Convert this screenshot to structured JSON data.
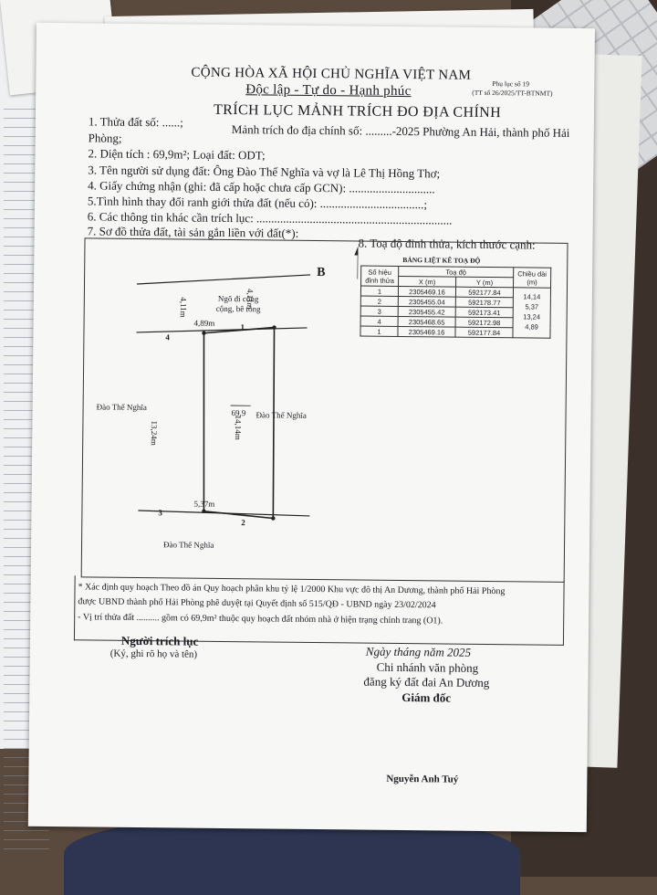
{
  "header": {
    "country": "CỘNG HÒA XÃ HỘI CHỦ NGHĨA VIỆT NAM",
    "motto": "Độc lập - Tự do - Hạnh phúc",
    "appendix": "Phụ lục số 19",
    "circular": "(TT số 26/2025/TT-BTNMT)"
  },
  "doc_title": "TRÍCH LỤC MẢNH TRÍCH ĐO ĐỊA CHÍNH",
  "fields": {
    "f1": "1. Thửa đất số: ......;",
    "f1b": "Mảnh trích đo địa chính số: .........-2025 Phường An Hải, thành phố Hải",
    "f1c": "Phòng;",
    "f2": "2. Diện tích : 69,9m²;  Loại đất: ODT;",
    "f3": "3. Tên người sử dụng đất: Ông Đào Thế Nghĩa và vợ là Lê Thị Hồng Thơ;",
    "f4": "4. Giấy chứng nhận (ghi: đã cấp hoặc chưa cấp GCN): .............................",
    "f5": "5.Tình hình thay đổi ranh giới thửa đất (nếu có): ...................................;",
    "f6": "6. Các thông tin khác cần trích lục: ..................................................................",
    "f7": "7. Sơ đồ thửa đất, tài sản gắn liền với đất(*):",
    "f8": "8. Toạ độ đỉnh thửa, kích thước cạnh:"
  },
  "plot": {
    "north": "B",
    "road_label_1": "Ngõ đi công",
    "road_label_2": "cộng, bê tông",
    "width_left": "4,11m",
    "width_right": "4,11m",
    "top_edge": "4,89m",
    "left_edge": "13,24m",
    "right_edge": "14,14m",
    "bottom_edge": "5,37m",
    "area": "69,9",
    "corner_1": "1",
    "corner_2": "2",
    "corner_3": "3",
    "corner_4": "4",
    "neighbor_left": "Đào Thế Nghĩa",
    "neighbor_right": "Đào Thế Nghĩa",
    "neighbor_bottom": "Đào Thế Nghĩa"
  },
  "coord_table": {
    "caption": "BẢNG LIỆT KÊ TOẠ ĐỘ",
    "col_point": "Số hiệu đỉnh thửa",
    "col_coord": "Toạ độ",
    "col_x": "X (m)",
    "col_y": "Y (m)",
    "col_len": "Chiều dài (m)",
    "rows": [
      {
        "p": "1",
        "x": "2305469.16",
        "y": "592177.84"
      },
      {
        "p": "2",
        "x": "2305455.04",
        "y": "592178.77"
      },
      {
        "p": "3",
        "x": "2305455.42",
        "y": "592173.41"
      },
      {
        "p": "4",
        "x": "2305468.65",
        "y": "592172.98"
      },
      {
        "p": "1",
        "x": "2305469.16",
        "y": "592177.84"
      }
    ],
    "lengths": [
      "14,14",
      "5,37",
      "13,24",
      "4,89"
    ]
  },
  "notes": {
    "n1": "* Xác định quy hoạch Theo đồ án Quy hoạch phân khu tỷ lệ 1/2000 Khu vực đô thị An Dương, thành phố Hải Phòng",
    "n2": "được UBND thành phố Hải Phòng phê duyệt tại Quyết định số 515/QĐ - UBND ngày 23/02/2024",
    "n3": "- Vị trí thửa đất .......... gồm có 69,9m² thuộc quy hoạch đất nhóm nhà ở hiện trạng chỉnh trang (O1)."
  },
  "signatures": {
    "left_title": "Người trích lục",
    "left_sub": "(Ký, ghi rõ họ và tên)",
    "date": "Ngày     tháng    năm 2025",
    "office1": "Chi nhánh văn phòng",
    "office2": "đăng ký đất đai An Dương",
    "position": "Giám đốc",
    "signer": "Nguyễn Anh Tuý"
  }
}
